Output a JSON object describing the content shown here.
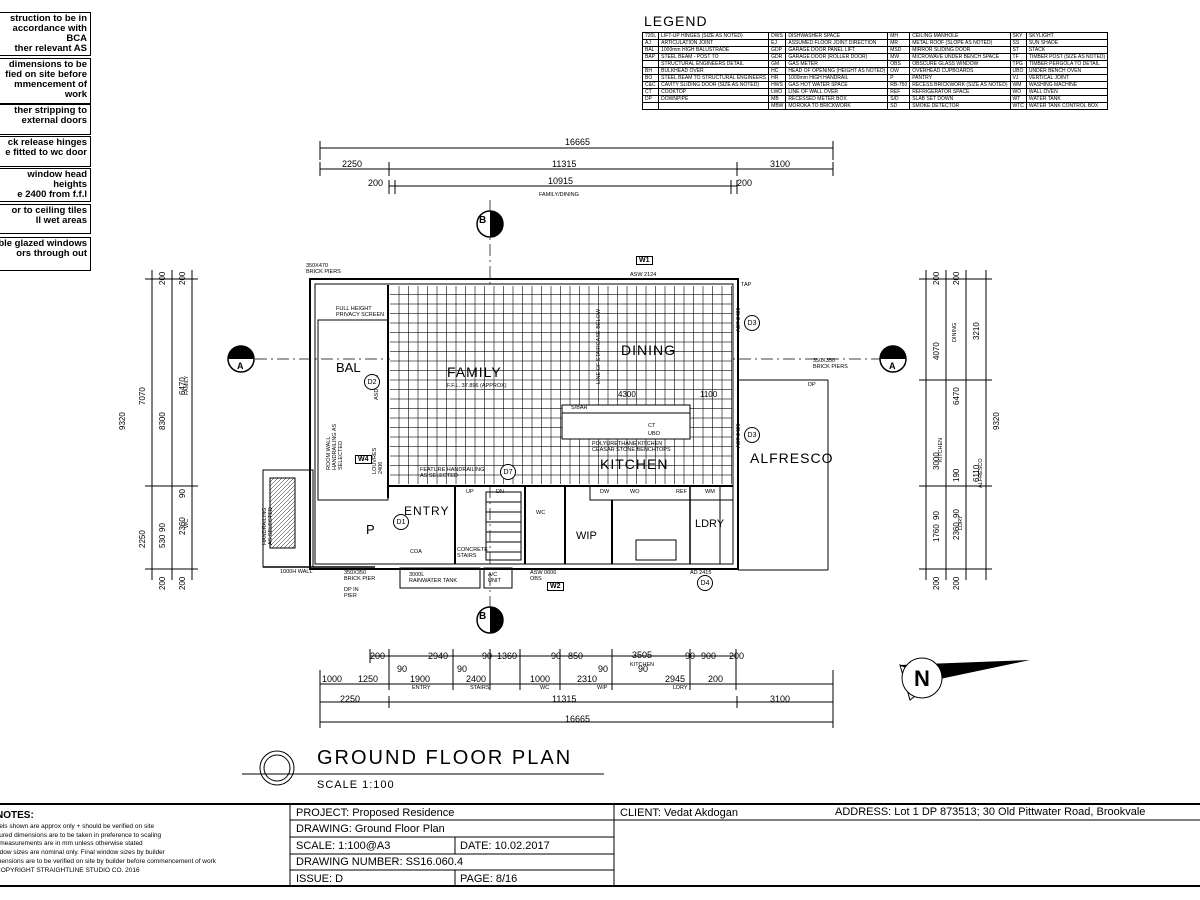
{
  "notes_column": [
    "struction to be in\naccordance with BCA\nther relevant AS",
    "dimensions to be\nfied on site before\nmmencement of work",
    "ther stripping to\nexternal doors",
    "ck release hinges\ne fitted to wc door",
    "window head heights\ne 2400 from f.f.l",
    "or to ceiling tiles\nll wet areas",
    "ble glazed windows\nors through out"
  ],
  "legend": {
    "title": "LEGEND",
    "rows": [
      [
        "720L",
        "LIFT-UP HINGES (SIZE AS NOTED)",
        "DWS",
        "DISHWASHER SPACE",
        "MH",
        "CEILING MANHOLE",
        "SKY",
        "SKYLIGHT"
      ],
      [
        "AJ",
        "ARTICULATION JOINT",
        "EJ",
        "ASSUMED FLOOR JOINT DIRECTION",
        "MR",
        "METAL ROOF (SLOPE AS NOTED)",
        "SS",
        "SUN SHADE"
      ],
      [
        "BAL",
        "1000mm HIGH BALUSTRADE",
        "GDP",
        "GARAGE DOOR PANEL LIFT",
        "MSD",
        "MIRROR SLIDING DOOR",
        "ST",
        "STACK"
      ],
      [
        "BAP",
        "STEEL BEAM - POST TO",
        "GDR",
        "GARAGE DOOR (ROLLER DOOR)",
        "MW",
        "MICROWAVE UNDER BENCH SPACE",
        "TF",
        "TIMBER POST (SIZE AS NOTED)"
      ],
      [
        "",
        "STRUCTURAL ENGINEERS DETAIL",
        "GM",
        "GAS METER",
        "OBS",
        "OBSCURE GLASS WINDOW",
        "TPG",
        "TIMBER PERGOLA TO DETAIL"
      ],
      [
        "BH",
        "BULKHEAD OVER",
        "HC",
        "HEAD OF OPENING (HEIGHT AS NOTED)",
        "OW",
        "OVERHEAD CUPBOARDS",
        "UBO",
        "UNDER BENCH OVEN"
      ],
      [
        "BO",
        "STEEL BEAM TO STRUCTURAL ENGINEERS",
        "HR",
        "1000mm HIGH HANDRAIL",
        "P",
        "PANTRY",
        "VJ",
        "VERTICAL JOINT"
      ],
      [
        "C&C",
        "CAVITY SLIDING DOOR (SIZE AS NOTED)",
        "HWS",
        "GAS HOT WATER SPACE",
        "RB-750",
        "RECESS BRICKWORK (SIZE AS NOTED)",
        "WM",
        "WASHING MACHINE"
      ],
      [
        "CT",
        "COOKTOP",
        "LWO",
        "LINE OF WALL OVER",
        "REF",
        "REFRIGERATOR SPACE",
        "WO",
        "WALL OVEN"
      ],
      [
        "DP",
        "DOWNPIPE",
        "MB",
        "RECESSED METER BOX",
        "S/D",
        "SLAB SET DOWN",
        "WT",
        "WATER TANK"
      ],
      [
        "",
        "",
        "MBW",
        "MOROKA TO BRICKWORK",
        "SD",
        "SMOKE DETECTOR",
        "WTC",
        "WATER TANK CONTROL BOX"
      ]
    ]
  },
  "dims": {
    "top_overall": "16665",
    "top_segments": [
      "2250",
      "11315",
      "3100"
    ],
    "top_inner": [
      "200",
      "10915",
      "200"
    ],
    "top_inner_label": "FAMILY/DINING",
    "bottom_row1": [
      "200",
      "2940",
      "90",
      "1360",
      "90",
      "850",
      "3505",
      "90",
      "900",
      "200"
    ],
    "bottom_row1_kitchen": "KITCHEN",
    "bottom_row2": [
      "1000",
      "1250",
      "1900",
      "2400",
      "1000",
      "2310",
      "2945",
      "200"
    ],
    "bottom_row2_labels": [
      "ENTRY",
      "STAIRS",
      "WC",
      "WIP",
      "LDRY"
    ],
    "bottom_row2_small": [
      "90",
      "90",
      "90",
      "90"
    ],
    "bottom_segments": [
      "2250",
      "11315",
      "3100"
    ],
    "bottom_overall": "16665",
    "left": [
      "200",
      "200",
      "7070",
      "6470",
      "9320",
      "8300",
      "FAMILY",
      "90",
      "2250",
      "2360",
      "530",
      "90",
      "WC",
      "200",
      "200"
    ],
    "right": [
      "200",
      "200",
      "4070",
      "3210",
      "DINING",
      "6470",
      "9320",
      "3000",
      "KITCHEN",
      "190",
      "6110",
      "ALFRESCO",
      "90",
      "2360",
      "1760",
      "90",
      "LDRY",
      "200",
      "200"
    ]
  },
  "rooms": {
    "family": "FAMILY",
    "family_ffl": "F.F.L. 37.896 (APPROX)",
    "dining": "DINING",
    "bal": "BAL",
    "kitchen": "KITCHEN",
    "alfresco": "ALFRESCO",
    "entry": "ENTRY",
    "p": "P",
    "wip": "WIP",
    "ldry": "LDRY"
  },
  "annotations": {
    "brick_piers_tl": "350X470\nBRICK PIERS",
    "full_height": "FULL HEIGHT\nPRIVACY SCREEN",
    "brick_piers_r": "350X350\nBRICK PIERS",
    "tap": "TAP",
    "dp": "DP",
    "asw2124": "ASW 2124",
    "ast2426_top": "AST 2426",
    "ast2426_mid": "AST 2426",
    "asd2406": "ASD 2406",
    "asd2426": "ASD 2426",
    "louvres": "LOUVRES\n2406",
    "dim4300": "4300",
    "dim1100": "1100",
    "sbar": "S/BAR",
    "ct": "CT",
    "ubo": "UBO",
    "poly_kitchen": "POLYURETHANE KITCHEN\nCEASAR STONE BENCHTOPS",
    "handrailing": "FEATURE HANDRAILING\nAS SELECTED",
    "handrailing_left": "HANDRAILING\nAS SELECTED",
    "room_wall": "ROOM WALL\nHANDRAILING AS\nSELECTED",
    "concrete_stairs": "CONCRETE\nSTAIRS",
    "tank": "3000L\nRAINWATER TANK",
    "ac_unit": "A/C\nUNIT",
    "brick_pier_bl": "350X350\nBRICK PIER",
    "dp_in_pier": "DP IN\nPIER",
    "wall_1000": "1000H WALL",
    "asw0606": "ASW 0606\nOBS",
    "ad2415": "AD 2415",
    "line_of_stair": "LINE OF STAIRCASE BELOW",
    "dw": "DW",
    "wo": "WO",
    "ref": "REF",
    "wm": "WM",
    "up": "UP",
    "dn": "DN",
    "wc": "WC",
    "coa": "COA",
    "d1": "D1",
    "d2": "D2",
    "d3": "D3",
    "d3b": "D3",
    "d4": "D4",
    "d7": "D7",
    "w1": "W1",
    "w2": "W2",
    "w4": "W4",
    "section_b": "B",
    "section_a": "A"
  },
  "title": {
    "main": "GROUND FLOOR PLAN",
    "scale": "SCALE 1:100"
  },
  "notes": {
    "title": "NOTES:",
    "lines": [
      "vels shown are approx only + should be verified on site",
      "sured dimensions are to be taken in preference to scaling",
      "l measurements are in mm unless otherwise stated",
      "ndow sizes are nominal only. Final window sizes by builder",
      "mensions are to be verified on site by builder before commencement of work",
      "COPYRIGHT STRAIGHTLINE STUDIO CO. 2016"
    ]
  },
  "title_block": {
    "project": "PROJECT: Proposed Residence",
    "drawing": "DRAWING: Ground Floor Plan",
    "scale": "SCALE: 1:100@A3",
    "date": "DATE: 10.02.2017",
    "number": "DRAWING NUMBER: SS16.060.4",
    "issue": "ISSUE: D",
    "page": "PAGE: 8/16",
    "client": "CLIENT: Vedat Akdogan",
    "address": "ADDRESS: Lot 1 DP 873513; 30 Old Pittwater Road, Brookvale"
  }
}
